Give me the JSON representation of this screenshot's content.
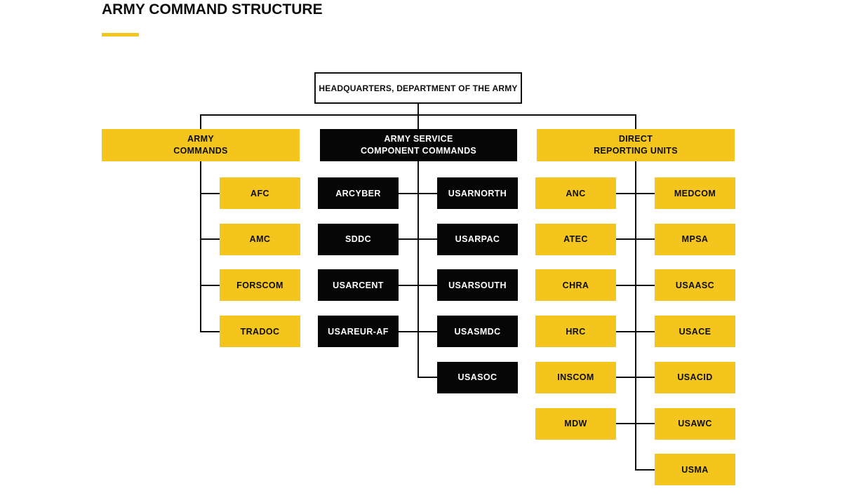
{
  "title": "ARMY COMMAND STRUCTURE",
  "colors": {
    "gold": "#F3C51D",
    "ink": "#060606",
    "line": "#101010",
    "background": "#FFFFFF"
  },
  "root": {
    "label": "HEADQUARTERS, DEPARTMENT OF THE ARMY"
  },
  "groups": [
    {
      "id": "army-commands",
      "variant": "yellow",
      "label_lines": [
        "ARMY",
        "COMMANDS"
      ],
      "columns": [
        [],
        [
          "AFC",
          "AMC",
          "FORSCOM",
          "TRADOC"
        ]
      ]
    },
    {
      "id": "army-service-component-commands",
      "variant": "black",
      "label_lines": [
        "ARMY SERVICE",
        "COMPONENT COMMANDS"
      ],
      "columns": [
        [
          "ARCYBER",
          "SDDC",
          "USARCENT",
          "USAREUR-AF"
        ],
        [
          "USARNORTH",
          "USARPAC",
          "USARSOUTH",
          "USASMDC",
          "USASOC"
        ]
      ]
    },
    {
      "id": "direct-reporting-units",
      "variant": "yellow",
      "label_lines": [
        "DIRECT",
        "REPORTING UNITS"
      ],
      "columns": [
        [
          "ANC",
          "ATEC",
          "CHRA",
          "HRC",
          "INSCOM",
          "MDW"
        ],
        [
          "MEDCOM",
          "MPSA",
          "USAASC",
          "USACE",
          "USACID",
          "USAWC",
          "USMA"
        ]
      ]
    }
  ]
}
